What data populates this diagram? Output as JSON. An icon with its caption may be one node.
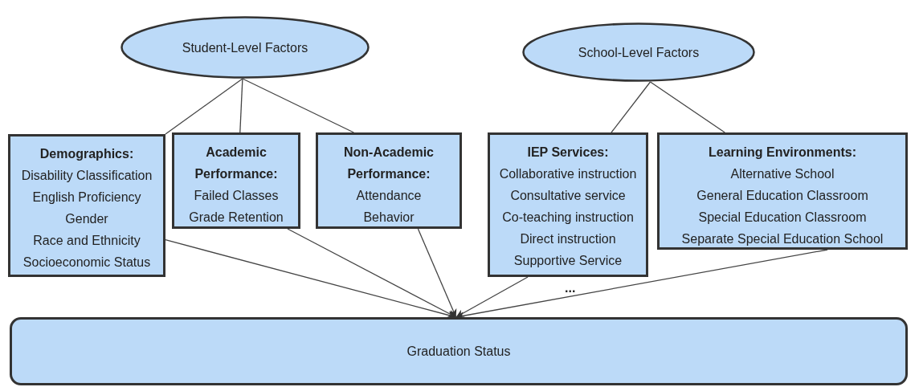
{
  "diagram": {
    "nodes": [
      {
        "text": [
          "Student-Level Factors"
        ]
      },
      {
        "text": [
          "School-Level Factors"
        ]
      },
      {
        "text": [
          "Demographics:",
          "Disability Classification",
          "English Proficiency",
          "Gender",
          "Race and Ethnicity",
          "Socioeconomic Status"
        ]
      },
      {
        "text": [
          "Academic Performance:",
          "Failed Classes",
          "Grade Retention"
        ]
      },
      {
        "text": [
          "Non-Academic Performance:",
          "Attendance",
          "Behavior"
        ]
      },
      {
        "text": [
          "IEP Services:",
          "Collaborative instruction",
          "Consultative service",
          "Co-teaching instruction",
          "Direct instruction",
          "Supportive Service"
        ],
        "beside": [
          "..."
        ]
      },
      {
        "text": [
          "Learning Environments:",
          "Alternative School",
          "General Education Classroom",
          "Special Education Classroom",
          "Separate Special Education School"
        ]
      },
      {
        "text": [
          "Graduation Status"
        ]
      }
    ],
    "edges": [
      {
        "from": 0,
        "to": 2,
        "arrow": "none"
      },
      {
        "from": 0,
        "to": 3,
        "arrow": "none"
      },
      {
        "from": 0,
        "to": 4,
        "arrow": "none"
      },
      {
        "from": 1,
        "to": 5,
        "arrow": "none"
      },
      {
        "from": 1,
        "to": 6,
        "arrow": "none"
      },
      {
        "from": 2,
        "to": 7,
        "arrow": "to"
      },
      {
        "from": 3,
        "to": 7,
        "arrow": "to"
      },
      {
        "from": 4,
        "to": 7,
        "arrow": "to"
      },
      {
        "from": 5,
        "to": 7,
        "arrow": "to"
      },
      {
        "from": 6,
        "to": 7,
        "arrow": "to"
      }
    ]
  }
}
